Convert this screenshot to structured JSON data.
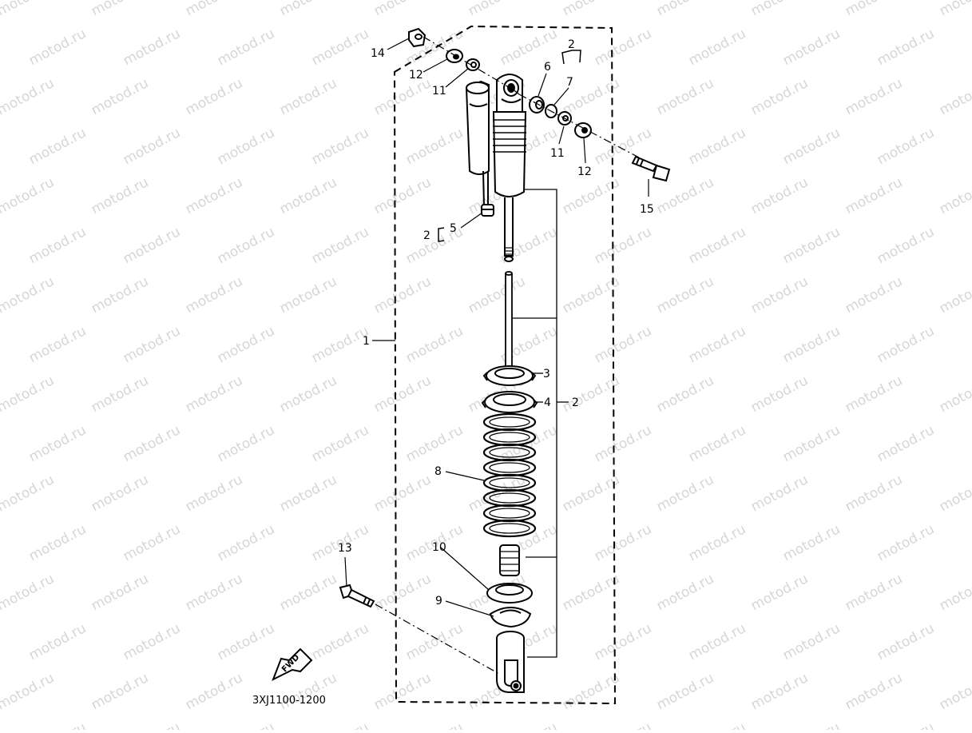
{
  "watermark": "motod.ru",
  "diagram_code": "3XJ1100-1200",
  "fwd_label": "FWD",
  "callouts": {
    "c1": "1",
    "c2_top": "2",
    "c2_left": "2",
    "c2_right": "2",
    "c3": "3",
    "c4": "4",
    "c5": "5",
    "c6": "6",
    "c7": "7",
    "c8": "8",
    "c9": "9",
    "c10": "10",
    "c11_left": "11",
    "c11_right": "11",
    "c12_left": "12",
    "c12_right": "12",
    "c13": "13",
    "c14": "14",
    "c15": "15"
  },
  "colors": {
    "ink": "#000000",
    "watermark": "#d6d6d6",
    "background": "#ffffff"
  }
}
